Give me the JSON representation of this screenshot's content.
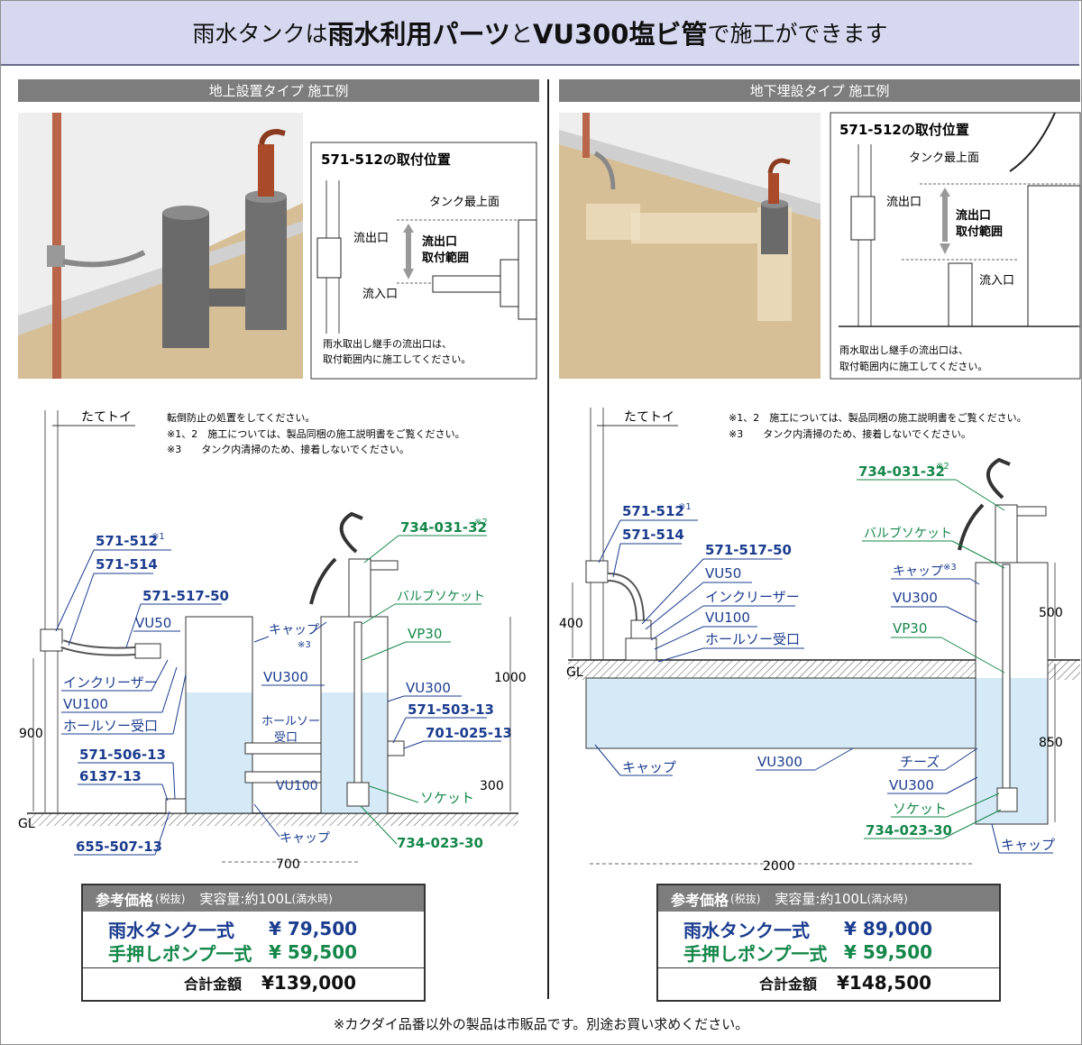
{
  "header": {
    "part1": "雨水タンクは",
    "part2": "雨水利用パーツ",
    "part3": "と",
    "part4": "VU300塩ビ管",
    "part5": "で施工ができます"
  },
  "left": {
    "section_title": "地上設置タイプ 施工例",
    "inset": {
      "title": "571-512の取付位置",
      "tank_top": "タンク最上面",
      "outlet": "流出口",
      "range1": "流出口",
      "range2": "取付範囲",
      "inlet": "流入口",
      "note1": "雨水取出し継手の流出口は、",
      "note2": "取付範囲内に施工してください。"
    },
    "diagram": {
      "downspout": "たてトイ",
      "notes": [
        "転倒防止の処置をしてください。",
        "※1、2　施工については、製品同梱の施工説明書をご覧ください。",
        "※3　　タンク内清掃のため、接着しないでください。"
      ],
      "labels": {
        "p571_512": "571-512",
        "mark1": "※1",
        "p571_514": "571-514",
        "p571_517_50": "571-517-50",
        "vu50": "VU50",
        "increaser": "インクリーザー",
        "vu100a": "VU100",
        "hose_recv": "ホールソー受口",
        "p571_506_13": "571-506-13",
        "p6137_13": "6137-13",
        "gl": "GL",
        "p655_507_13": "655-507-13",
        "cap_top": "キャップ",
        "mark3": "※3",
        "vu300a": "VU300",
        "hole_saw1": "ホールソー",
        "hole_saw2": "受口",
        "vu100b": "VU100",
        "cap_bottom": "キャップ",
        "p734_031_32": "734-031-32",
        "mark2": "※2",
        "valve_socket": "バルブソケット",
        "vp30": "VP30",
        "vu300b": "VU300",
        "p571_503_13": "571-503-13",
        "p701_025_13": "701-025-13",
        "socket": "ソケット",
        "p734_023_30": "734-023-30"
      },
      "dims": {
        "d900": "900",
        "d1000": "1000",
        "d300": "300",
        "d700": "700"
      }
    },
    "price": {
      "head_title": "参考価格",
      "head_tax": "(税抜)",
      "head_capacity": "実容量:約100L",
      "head_full": "(満水時)",
      "row1_label": "雨水タンク一式",
      "row1_value": "¥ 79,500",
      "row2_label": "手押しポンプ一式",
      "row2_value": "¥ 59,500",
      "total_label": "合計金額",
      "total_value": "¥139,000"
    }
  },
  "right": {
    "section_title": "地下埋設タイプ 施工例",
    "inset": {
      "title": "571-512の取付位置",
      "tank_top": "タンク最上面",
      "outlet": "流出口",
      "range1": "流出口",
      "range2": "取付範囲",
      "inlet": "流入口",
      "note1": "雨水取出し継手の流出口は、",
      "note2": "取付範囲内に施工してください。"
    },
    "diagram": {
      "downspout": "たてトイ",
      "notes": [
        "※1、2　施工については、製品同梱の施工説明書をご覧ください。",
        "※3　　タンク内清掃のため、接着しないでください。"
      ],
      "labels": {
        "p734_031_32": "734-031-32",
        "mark2": "※2",
        "p571_512": "571-512",
        "mark1": "※1",
        "p571_514": "571-514",
        "p571_517_50": "571-517-50",
        "valve_socket": "バルブソケット",
        "vu50": "VU50",
        "cap_top": "キャップ",
        "mark3": "※3",
        "increaser": "インクリーザー",
        "vu300a": "VU300",
        "vu100": "VU100",
        "vp30": "VP30",
        "hose_recv": "ホールソー受口",
        "gl": "GL",
        "cap_left": "キャップ",
        "vu300b": "VU300",
        "tees": "チーズ",
        "vu300c": "VU300",
        "socket": "ソケット",
        "p734_023_30": "734-023-30",
        "cap_right": "キャップ"
      },
      "dims": {
        "d400": "400",
        "d500": "500",
        "d850": "850",
        "d2000": "2000"
      }
    },
    "price": {
      "head_title": "参考価格",
      "head_tax": "(税抜)",
      "head_capacity": "実容量:約100L",
      "head_full": "(満水時)",
      "row1_label": "雨水タンク一式",
      "row1_value": "¥ 89,000",
      "row2_label": "手押しポンプ一式",
      "row2_value": "¥ 59,500",
      "total_label": "合計金額",
      "total_value": "¥148,500"
    }
  },
  "footnote": "※カクダイ品番以外の製品は市販品です。別途お買い求めください。",
  "colors": {
    "blue": "#1b3c8f",
    "green": "#15874a",
    "water": "#d5e9f7",
    "header_bg": "#d5d8ef",
    "bar": "#7d7d7d"
  }
}
